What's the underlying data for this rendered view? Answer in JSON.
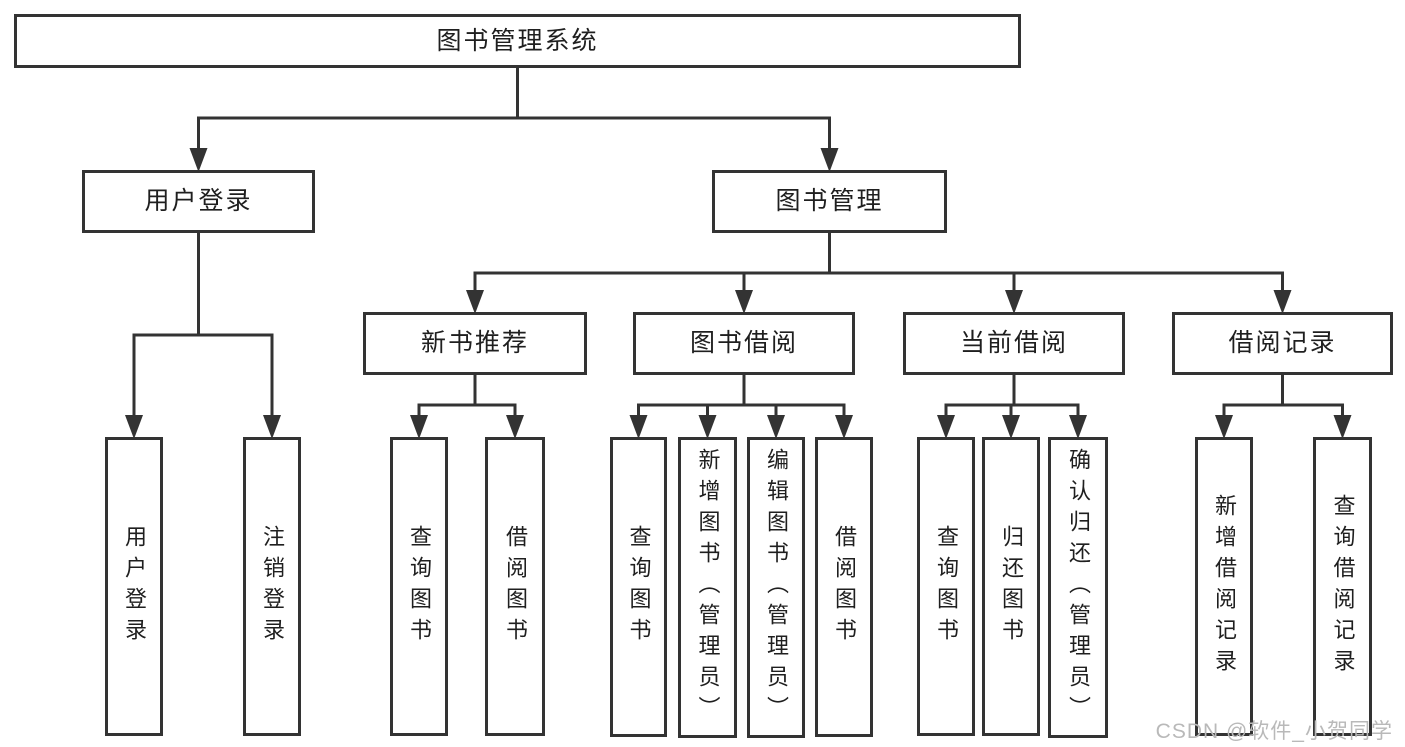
{
  "title": "图书管理系统",
  "watermark": {
    "text": "CSDN @软件_小贺同学"
  },
  "colors": {
    "line": "#333333",
    "box_border": "#333333",
    "box_background": "#ffffff",
    "text": "#1f1f1f",
    "watermark": "#b9b9b9",
    "page_background": "#ffffff"
  },
  "diagram": {
    "type": "hierarchy-tree",
    "nodes": [
      {
        "id": "root",
        "label": "图书管理系统",
        "level": 1
      },
      {
        "id": "user-login",
        "label": "用户登录",
        "level": 2
      },
      {
        "id": "book-management",
        "label": "图书管理",
        "level": 2
      },
      {
        "id": "new-book-recommend",
        "label": "新书推荐",
        "level": 3
      },
      {
        "id": "book-borrowing",
        "label": "图书借阅",
        "level": 3
      },
      {
        "id": "current-borrowing",
        "label": "当前借阅",
        "level": 3
      },
      {
        "id": "borrowing-records",
        "label": "借阅记录",
        "level": 3
      },
      {
        "id": "leaf-user-login",
        "label": "用户登录",
        "level": 4
      },
      {
        "id": "leaf-logout",
        "label": "注销登录",
        "level": 4
      },
      {
        "id": "leaf-query-book-a",
        "label": "查询图书",
        "level": 4
      },
      {
        "id": "leaf-borrow-book-a",
        "label": "借阅图书",
        "level": 4
      },
      {
        "id": "leaf-query-book-b",
        "label": "查询图书",
        "level": 4
      },
      {
        "id": "leaf-add-book",
        "label": "新增图书（管理员）",
        "level": 4
      },
      {
        "id": "leaf-edit-book",
        "label": "编辑图书（管理员）",
        "level": 4
      },
      {
        "id": "leaf-borrow-book-b",
        "label": "借阅图书",
        "level": 4
      },
      {
        "id": "leaf-query-book-c",
        "label": "查询图书",
        "level": 4
      },
      {
        "id": "leaf-return-book",
        "label": "归还图书",
        "level": 4
      },
      {
        "id": "leaf-confirm-return",
        "label": "确认归还（管理员）",
        "level": 4
      },
      {
        "id": "leaf-add-borrow-record",
        "label": "新增借阅记录",
        "level": 4
      },
      {
        "id": "leaf-query-borrow-record",
        "label": "查询借阅记录",
        "level": 4
      }
    ],
    "edges": [
      {
        "from": "root",
        "to": [
          "user-login",
          "book-management"
        ]
      },
      {
        "from": "user-login",
        "to": [
          "leaf-user-login",
          "leaf-logout"
        ]
      },
      {
        "from": "book-management",
        "to": [
          "new-book-recommend",
          "book-borrowing",
          "current-borrowing",
          "borrowing-records"
        ]
      },
      {
        "from": "new-book-recommend",
        "to": [
          "leaf-query-book-a",
          "leaf-borrow-book-a"
        ]
      },
      {
        "from": "book-borrowing",
        "to": [
          "leaf-query-book-b",
          "leaf-add-book",
          "leaf-edit-book",
          "leaf-borrow-book-b"
        ]
      },
      {
        "from": "current-borrowing",
        "to": [
          "leaf-query-book-c",
          "leaf-return-book",
          "leaf-confirm-return"
        ]
      },
      {
        "from": "borrowing-records",
        "to": [
          "leaf-add-borrow-record",
          "leaf-query-borrow-record"
        ]
      }
    ]
  }
}
